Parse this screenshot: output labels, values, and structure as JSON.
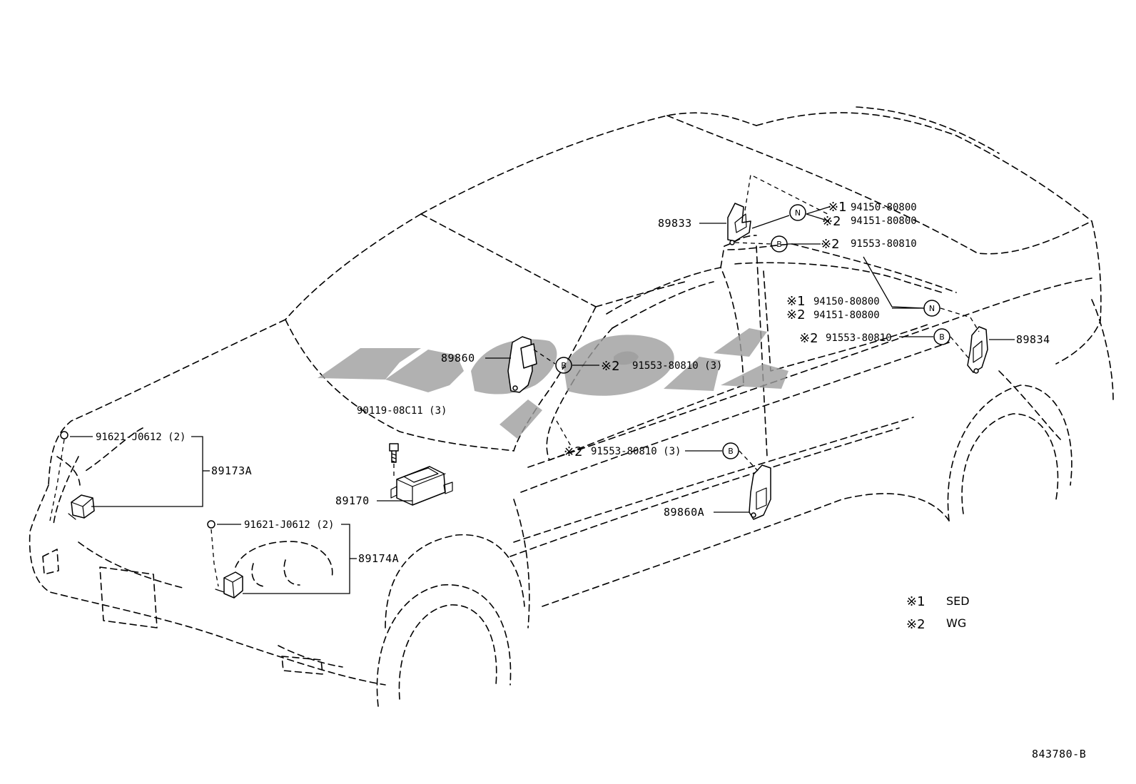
{
  "diagram": {
    "drawing_number": "843780-B",
    "legend": [
      {
        "mark": "※1",
        "meaning": "SED"
      },
      {
        "mark": "※2",
        "meaning": "WG"
      }
    ],
    "parts": {
      "p89833": "89833",
      "p89834": "89834",
      "p89860": "89860",
      "p89860A": "89860A",
      "p89170": "89170",
      "p89173A": "89173A",
      "p89174A": "89174A"
    },
    "fasteners": {
      "top_n1": "94150-80800",
      "top_n2": "94151-80800",
      "top_b": "91553-80810",
      "mid_n1": "94150-80800",
      "mid_n2": "94151-80800",
      "mid_b": "91553-80810",
      "center_b": "91553-80810 (3)",
      "lower_b": "91553-80810 (3)",
      "bolt_ecu": "90119-08C11 (3)",
      "bolt_left": "91621-J0612 (2)",
      "bolt_right": "91621-J0612 (2)"
    },
    "marks": {
      "m1": "※1",
      "m2": "※2"
    },
    "circle_letters": {
      "n": "N",
      "b": "B"
    }
  }
}
